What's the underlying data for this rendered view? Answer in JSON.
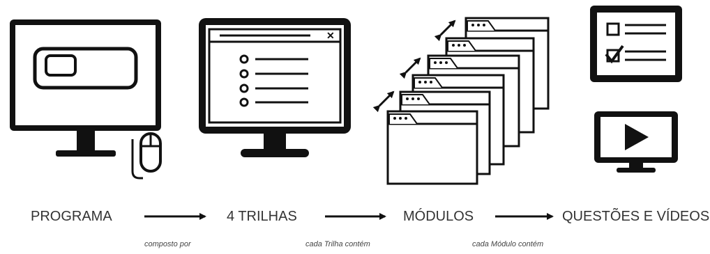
{
  "steps": [
    {
      "label": "PROGRAMA",
      "icon": "desktop-computer-mouse-icon"
    },
    {
      "label": "4 TRILHAS",
      "icon": "monitor-list-window-icon"
    },
    {
      "label": "MÓDULOS",
      "icon": "stacked-windows-icon"
    },
    {
      "label": "QUESTÕES E VÍDEOS",
      "icon": "checklist-and-video-icon"
    }
  ],
  "connectors": [
    {
      "note": "composto por"
    },
    {
      "note": "cada Trilha contém"
    },
    {
      "note": "cada Módulo contém"
    }
  ],
  "colors": {
    "ink": "#111111",
    "text": "#333333",
    "paper": "#ffffff"
  }
}
